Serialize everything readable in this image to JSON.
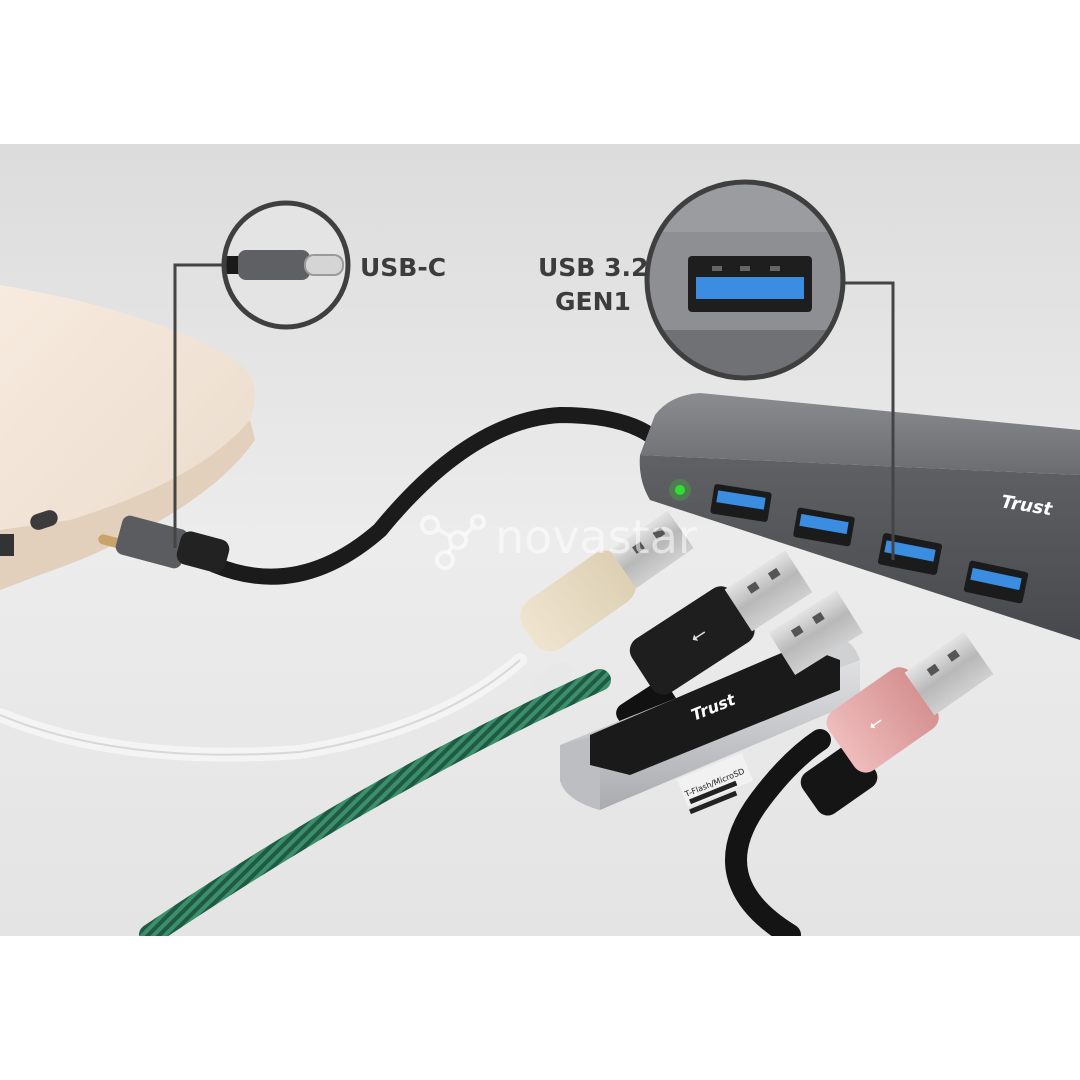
{
  "callouts": {
    "usbc_label": "USB-C",
    "usb32_line1": "USB 3.2",
    "usb32_line2": "GEN1"
  },
  "branding": {
    "hub_logo": "Trust",
    "reader_logo": "Trust",
    "watermark": "novastar"
  },
  "card_reader": {
    "slot_label": "T-Flash/MicroSD"
  },
  "indicators": {
    "led_color": "#33dd33"
  },
  "icons": [
    "usb-trident-icon",
    "watermark-logo-icon"
  ],
  "colors": {
    "background": "#e6e6e6",
    "hub_body": "#6e7073",
    "usb_port_blue": "#3a8de0",
    "green_cable": "#2f7a5a",
    "pink_connector": "#e3a7a6"
  }
}
